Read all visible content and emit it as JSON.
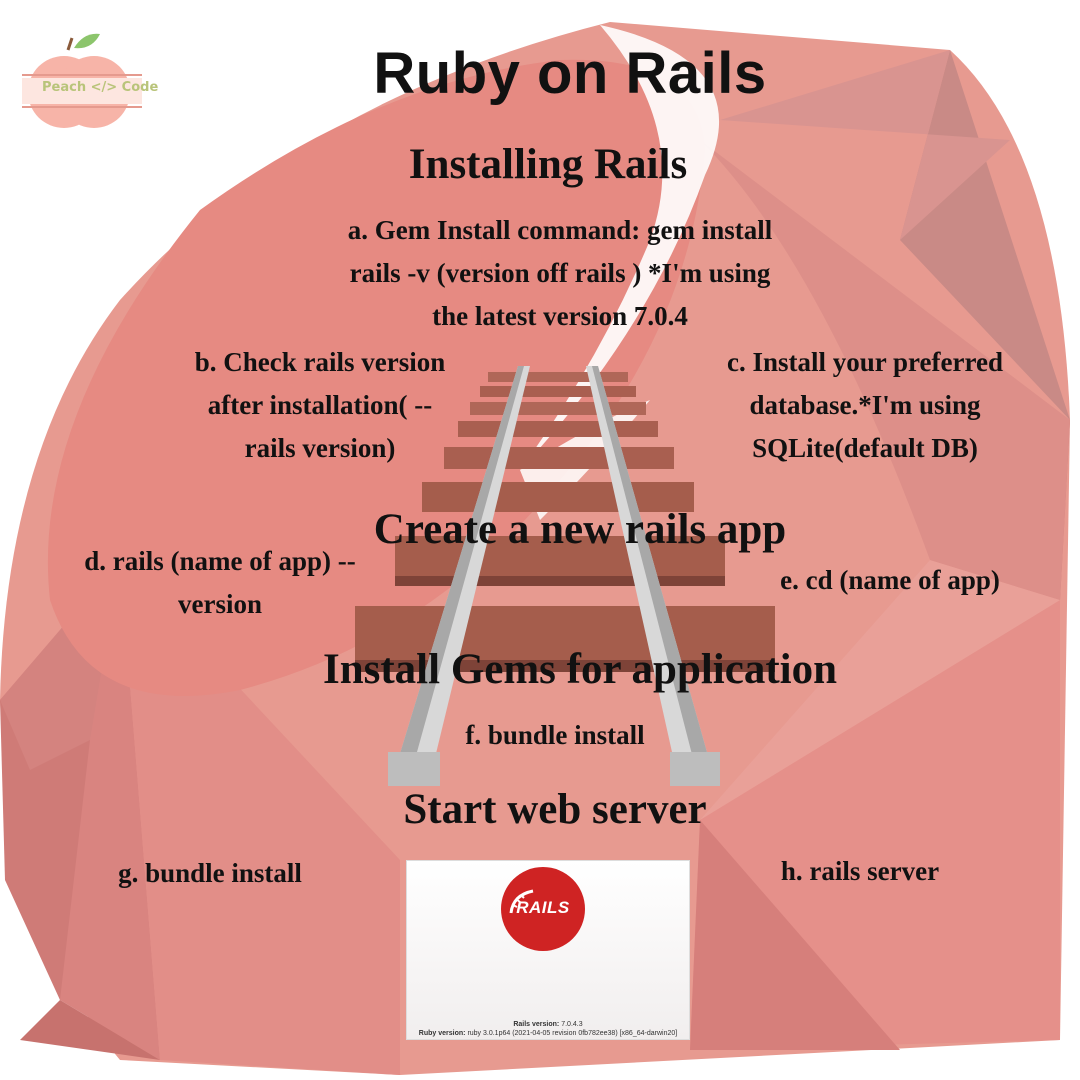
{
  "title": "Ruby on Rails",
  "logo": {
    "text": "Peach </> Code",
    "peach_color": "#f7b4a8",
    "leaf_color": "#8cc56c",
    "text_color": "#b9c47a"
  },
  "colors": {
    "ruby_main": "#e8948a",
    "ruby_dark": "#c9706c",
    "rail_metal": "#cfcfcf",
    "tie_wood": "#a55d4c",
    "rails_red": "#cf2323"
  },
  "sections": {
    "installing": "Installing Rails",
    "create_app": "Create a new rails app",
    "install_gems": "Install Gems for application",
    "start_server": "Start web server"
  },
  "steps": {
    "a": [
      "a. Gem Install  command: gem install",
      "rails -v (version off rails ) *I'm using",
      "the latest version 7.0.4"
    ],
    "b": [
      "b. Check rails version",
      "after installation( --",
      "rails version)"
    ],
    "c": [
      "c. Install  your preferred",
      "database.*I'm using",
      "SQLite(default DB)"
    ],
    "d": [
      "d. rails (name of app) --",
      "version"
    ],
    "e": "e. cd (name of app)",
    "f": "f. bundle install",
    "g": "g. bundle install",
    "h": "h. rails server"
  },
  "screenshot": {
    "badge_text": "RAILS",
    "rails_version_label": "Rails version:",
    "rails_version_value": "7.0.4.3",
    "ruby_version_label": "Ruby version:",
    "ruby_version_value": "ruby 3.0.1p64 (2021-04-05 revision 0fb782ee38) [x86_64-darwin20]"
  }
}
